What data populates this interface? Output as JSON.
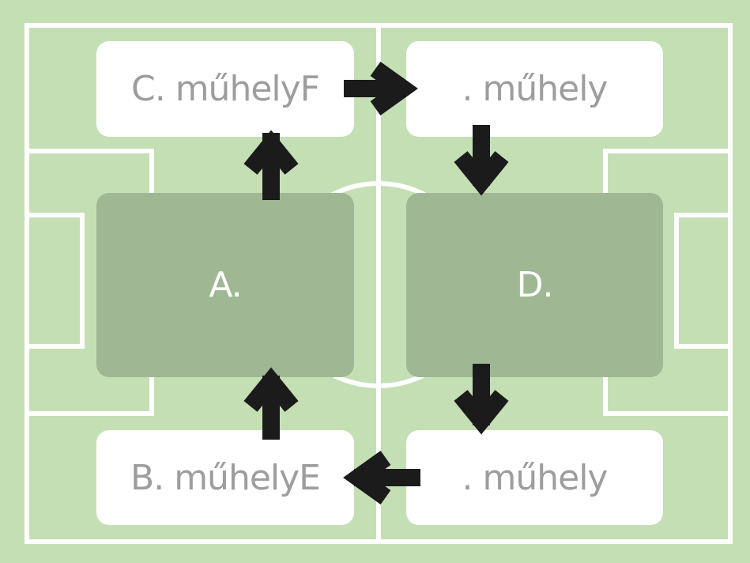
{
  "colors": {
    "field": "#c5dfb5",
    "lines": "#ffffff",
    "box_light": "#ffffff",
    "box_dark": "#a0b794",
    "text_light": "#9d9d9d",
    "text_dark": "#ffffff",
    "arrow": "#1b1b1b"
  },
  "boxes": {
    "c": "C. műhelyF",
    "top_right": ". műhely",
    "a": "A.",
    "d": "D.",
    "b": "B. műhelyE",
    "bottom_right": ". műhely"
  },
  "arrows": [
    {
      "name": "arrow-b-to-a",
      "direction": "up"
    },
    {
      "name": "arrow-a-to-c",
      "direction": "up"
    },
    {
      "name": "arrow-c-to-top-right",
      "direction": "right"
    },
    {
      "name": "arrow-top-right-to-d",
      "direction": "down"
    },
    {
      "name": "arrow-d-to-bottom-right",
      "direction": "down"
    },
    {
      "name": "arrow-bottom-right-to-b",
      "direction": "left"
    }
  ]
}
